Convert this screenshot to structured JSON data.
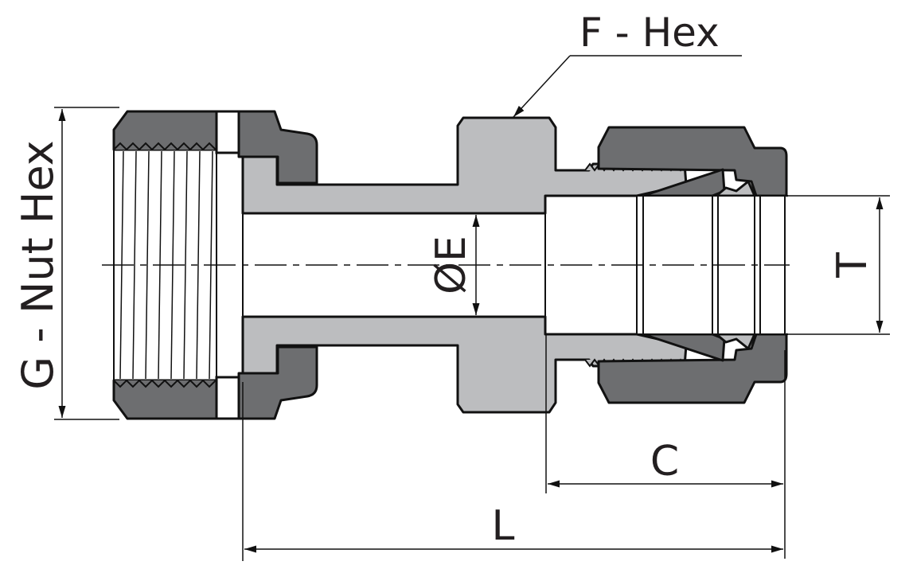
{
  "labels": {
    "f_hex": "F - Hex",
    "g_nut_hex": "G - Nut Hex",
    "e_diameter": "ØE",
    "t": "T",
    "c": "C",
    "l": "L"
  },
  "colors": {
    "dark_part": "#6d6e70",
    "light_part": "#bcbdbf",
    "outline": "#111111"
  }
}
